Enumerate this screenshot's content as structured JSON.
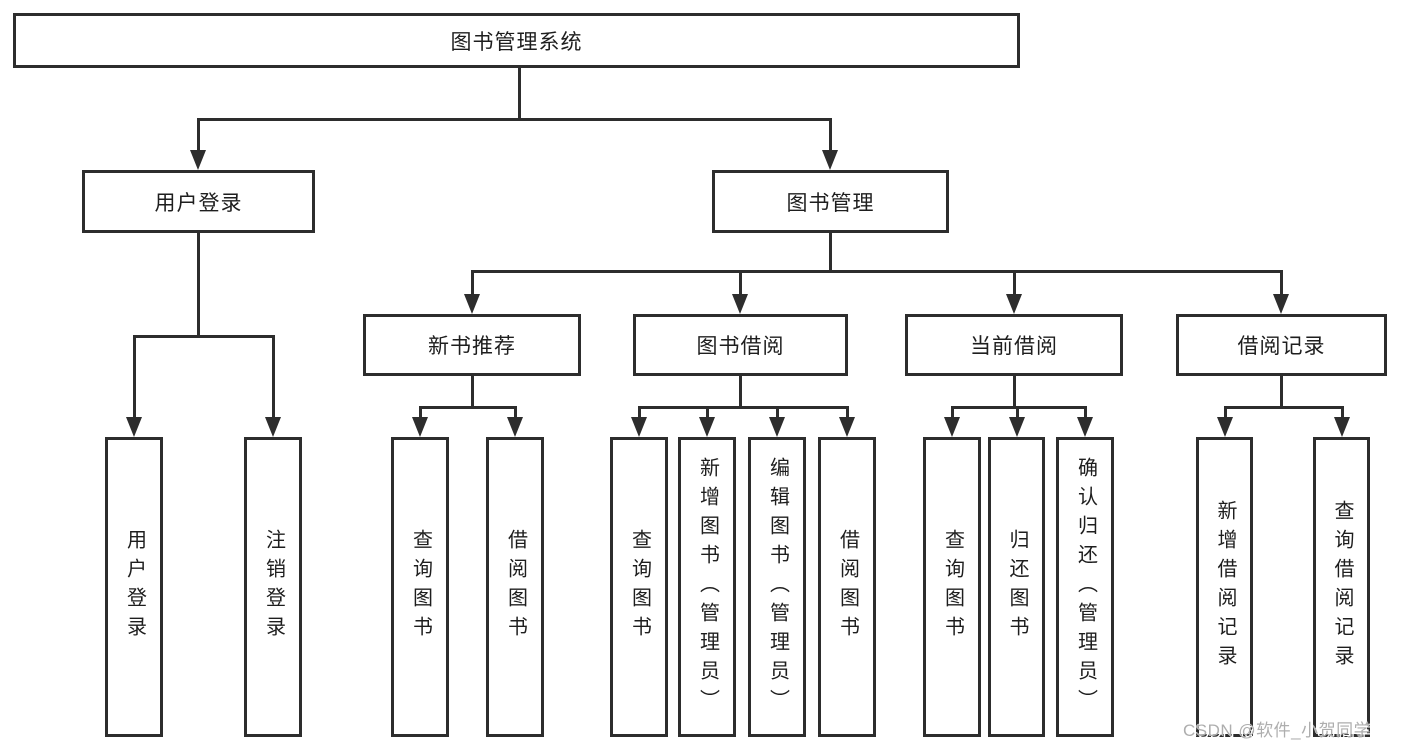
{
  "colors": {
    "background": "#ffffff",
    "line": "#2d2d2d",
    "text": "#1e1e1e",
    "watermark_text": "#aeaeae"
  },
  "watermark": {
    "text": "CSDN @软件_小贺同学"
  },
  "tree": {
    "label": "图书管理系统",
    "children": [
      {
        "label": "用户登录",
        "children": [
          {
            "label": "用户登录"
          },
          {
            "label": "注销登录"
          }
        ]
      },
      {
        "label": "图书管理",
        "children": [
          {
            "label": "新书推荐",
            "children": [
              {
                "label": "查询图书"
              },
              {
                "label": "借阅图书"
              }
            ]
          },
          {
            "label": "图书借阅",
            "children": [
              {
                "label": "查询图书"
              },
              {
                "label": "新增图书（管理员）"
              },
              {
                "label": "编辑图书（管理员）"
              },
              {
                "label": "借阅图书"
              }
            ]
          },
          {
            "label": "当前借阅",
            "children": [
              {
                "label": "查询图书"
              },
              {
                "label": "归还图书"
              },
              {
                "label": "确认归还（管理员）"
              }
            ]
          },
          {
            "label": "借阅记录",
            "children": [
              {
                "label": "新增借阅记录"
              },
              {
                "label": "查询借阅记录"
              }
            ]
          }
        ]
      }
    ]
  }
}
